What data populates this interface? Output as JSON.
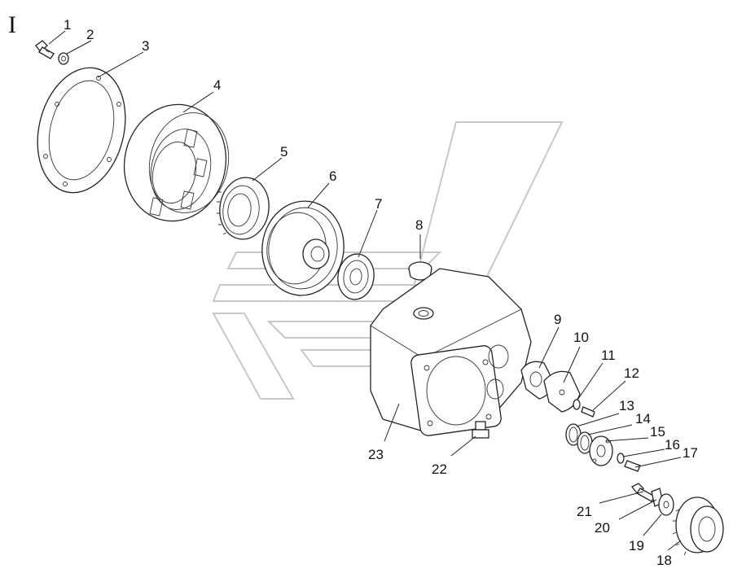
{
  "view_label": "I",
  "callouts": [
    {
      "id": "c1",
      "text": "1"
    },
    {
      "id": "c2",
      "text": "2"
    },
    {
      "id": "c3",
      "text": "3"
    },
    {
      "id": "c4",
      "text": "4"
    },
    {
      "id": "c5",
      "text": "5"
    },
    {
      "id": "c6",
      "text": "6"
    },
    {
      "id": "c7",
      "text": "7"
    },
    {
      "id": "c8",
      "text": "8"
    },
    {
      "id": "c9",
      "text": "9"
    },
    {
      "id": "c10",
      "text": "10"
    },
    {
      "id": "c11",
      "text": "11"
    },
    {
      "id": "c12",
      "text": "12"
    },
    {
      "id": "c13",
      "text": "13"
    },
    {
      "id": "c14",
      "text": "14"
    },
    {
      "id": "c15",
      "text": "15"
    },
    {
      "id": "c16",
      "text": "16"
    },
    {
      "id": "c17",
      "text": "17"
    },
    {
      "id": "c18",
      "text": "18"
    },
    {
      "id": "c19",
      "text": "19"
    },
    {
      "id": "c20",
      "text": "20"
    },
    {
      "id": "c21",
      "text": "21"
    },
    {
      "id": "c22",
      "text": "22"
    },
    {
      "id": "c23",
      "text": "23"
    }
  ]
}
